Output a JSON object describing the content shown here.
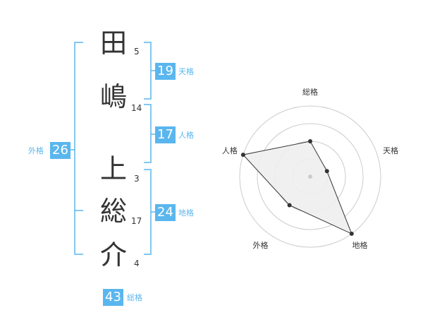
{
  "name": {
    "chars": [
      {
        "char": "田",
        "strokes": "5"
      },
      {
        "char": "嶋",
        "strokes": "14"
      },
      {
        "char": "上",
        "strokes": "3"
      },
      {
        "char": "総",
        "strokes": "17"
      },
      {
        "char": "介",
        "strokes": "4"
      }
    ]
  },
  "kakusu": {
    "tenkaku": {
      "value": "19",
      "label": "天格"
    },
    "jinkaku": {
      "value": "17",
      "label": "人格"
    },
    "chikaku": {
      "value": "24",
      "label": "地格"
    },
    "gaikaku": {
      "value": "26",
      "label": "外格"
    },
    "soukaku": {
      "value": "43",
      "label": "総格"
    }
  },
  "colors": {
    "accent": "#5ab6ee",
    "text": "#333333",
    "grid": "#cccccc"
  },
  "chart_data": {
    "type": "radar",
    "axes": [
      "総格",
      "天格",
      "地格",
      "外格",
      "人格"
    ],
    "values": [
      0.5,
      0.25,
      1.0,
      0.5,
      1.0
    ],
    "rings": 4
  }
}
